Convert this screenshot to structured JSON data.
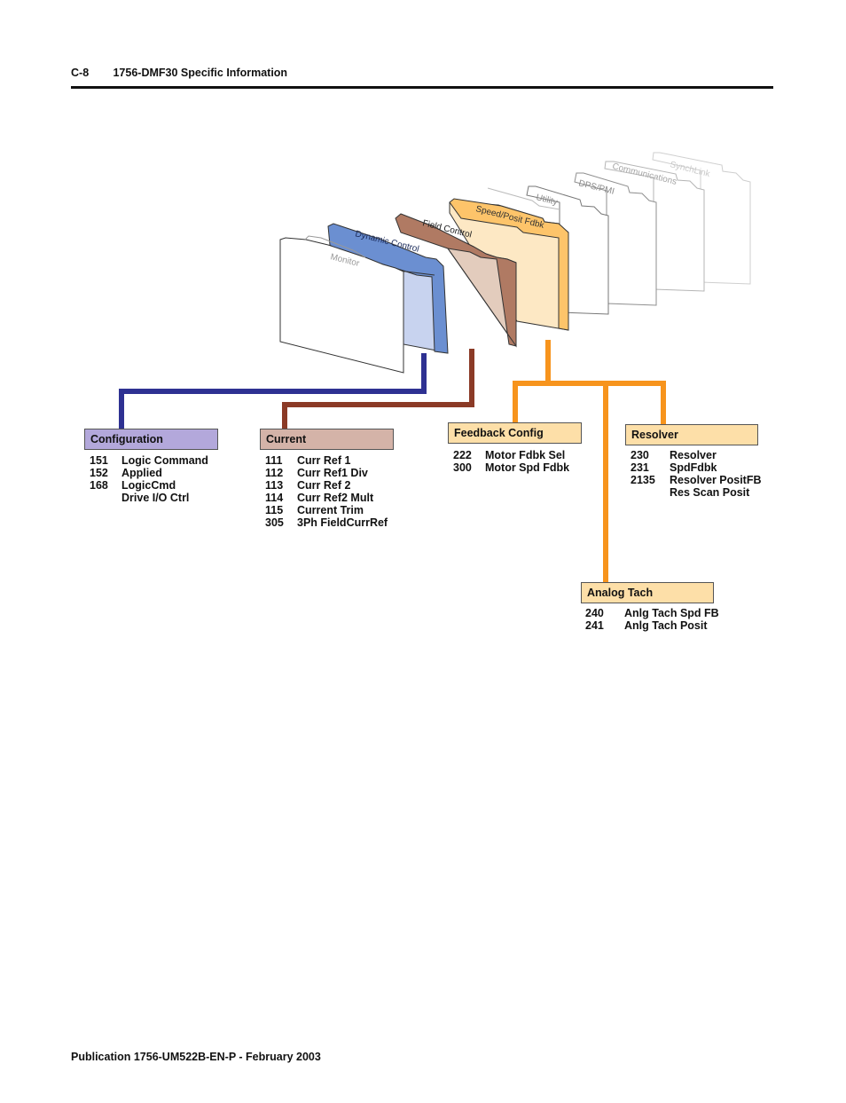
{
  "header": {
    "page": "C-8",
    "title": "1756-DMF30 Specific Information"
  },
  "footer": {
    "text": "Publication 1756-UM522B-EN-P - February 2003"
  },
  "folders": {
    "synchlink": "SynchLink",
    "communications": "Communications",
    "dps_pmi": "DPS/PMI",
    "utility": "Utility",
    "speed_posit": "Speed/Posit Fdbk",
    "field_control": "Field Control",
    "dynamic_control": "Dynamic Control",
    "monitor": "Monitor"
  },
  "colors": {
    "configuration": "#2e3192",
    "current": "#8b3a26",
    "speed_posit": "#f7941d",
    "configuration_box": "#b3a8db",
    "current_box": "#d4b3a8",
    "feedback_box": "#fddfa8"
  },
  "groups": {
    "configuration": {
      "title": "Configuration",
      "items": [
        {
          "num": "151",
          "name": "Logic Command"
        },
        {
          "num": "152",
          "name": "Applied"
        },
        {
          "num": "168",
          "name": "LogicCmd"
        },
        {
          "num": "",
          "name": "Drive I/O Ctrl"
        }
      ]
    },
    "current": {
      "title": "Current",
      "items": [
        {
          "num": "111",
          "name": "Curr Ref 1"
        },
        {
          "num": "112",
          "name": "Curr Ref1 Div"
        },
        {
          "num": "113",
          "name": "Curr Ref 2"
        },
        {
          "num": "114",
          "name": "Curr Ref2 Mult"
        },
        {
          "num": "115",
          "name": "Current Trim"
        },
        {
          "num": "305",
          "name": "3Ph FieldCurrRef"
        }
      ]
    },
    "feedback_config": {
      "title": "Feedback Config",
      "items": [
        {
          "num": "222",
          "name": "Motor Fdbk Sel"
        },
        {
          "num": "300",
          "name": "Motor Spd Fdbk"
        }
      ]
    },
    "resolver": {
      "title": "Resolver",
      "items": [
        {
          "num": "230",
          "name": "Resolver"
        },
        {
          "num": "231",
          "name": "SpdFdbk"
        },
        {
          "num": "2135",
          "name": "Resolver PositFB"
        },
        {
          "num": "",
          "name": "Res Scan Posit"
        }
      ]
    },
    "analog_tach": {
      "title": "Analog Tach",
      "items": [
        {
          "num": "240",
          "name": "Anlg Tach Spd FB"
        },
        {
          "num": "241",
          "name": "Anlg Tach Posit"
        }
      ]
    }
  }
}
